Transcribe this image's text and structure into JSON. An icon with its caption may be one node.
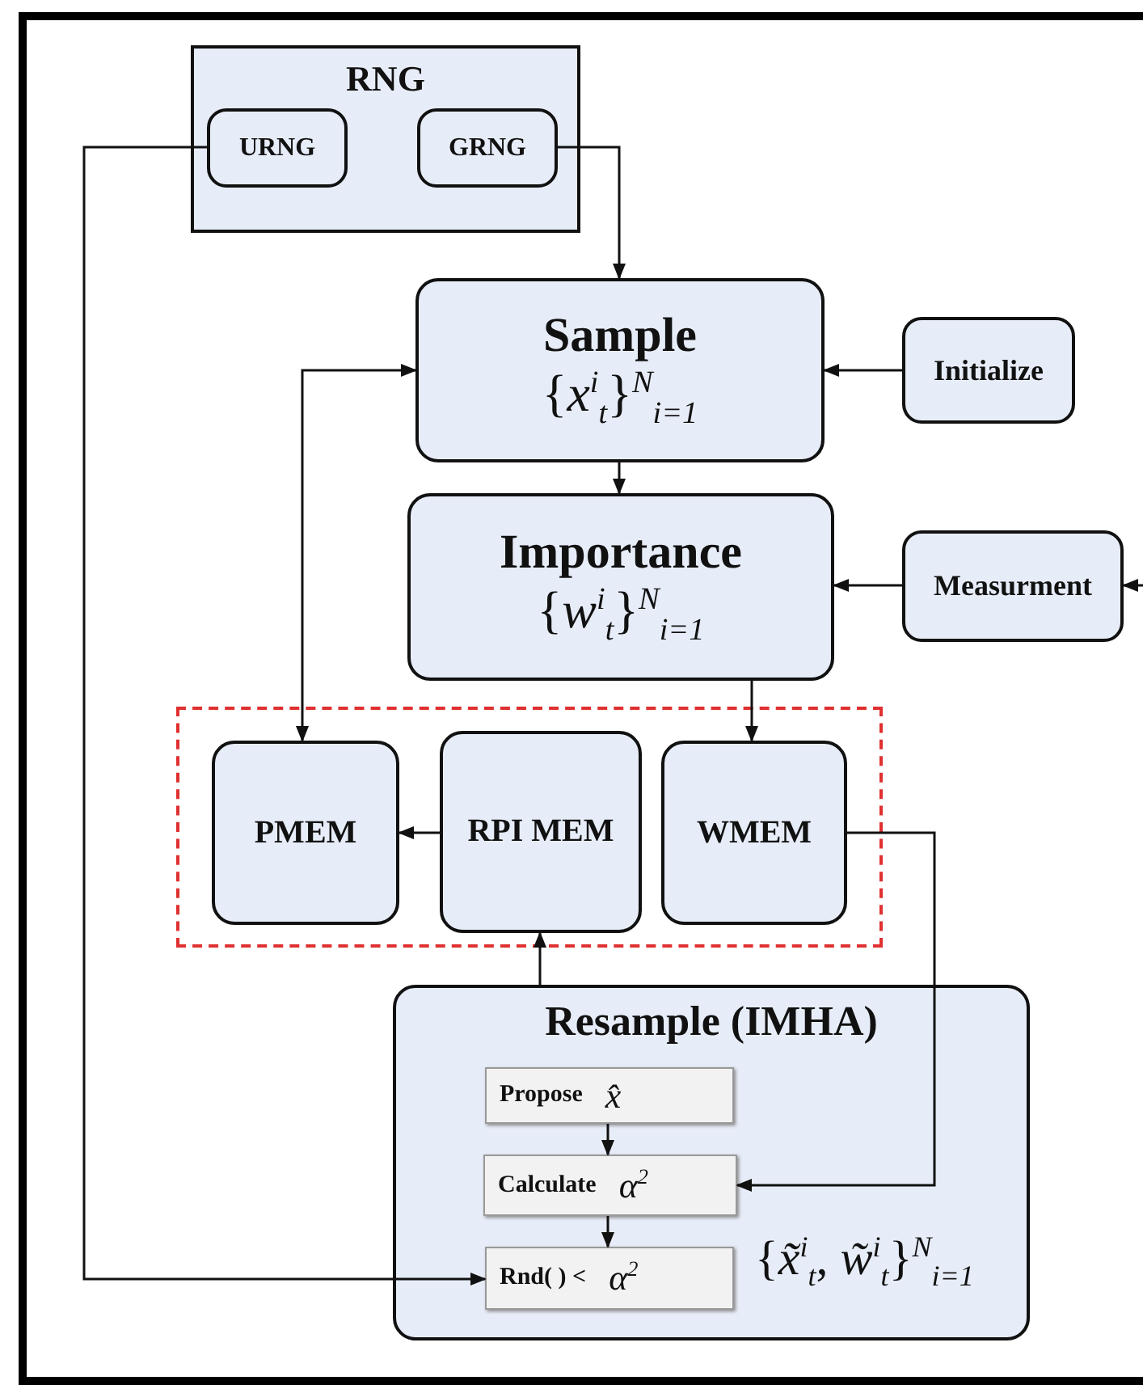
{
  "diagram": {
    "nodes": [
      {
        "text": [
          "RNG"
        ]
      },
      {
        "text": [
          "URNG"
        ],
        "in": 0
      },
      {
        "text": [
          "GRNG"
        ],
        "in": 0
      },
      {
        "text": [
          "Sample",
          "{*x*$^{i}$$_{t}$}$^{N}$$_{i=1}$"
        ]
      },
      {
        "text": [
          "Initialize"
        ]
      },
      {
        "text": [
          "Importance",
          "{*w*$^{i}$$_{t}$}$^{N}$$_{i=1}$"
        ]
      },
      {
        "text": [
          "Measurment"
        ]
      },
      {
        "text": [],
        "shape": "box"
      },
      {
        "text": [
          "PMEM"
        ],
        "in": 7
      },
      {
        "text": [
          "RPI MEM"
        ],
        "in": 7
      },
      {
        "text": [
          "WMEM"
        ],
        "in": 7
      },
      {
        "text": [
          "Resample (IMHA)",
          "{*x̃*$^{i}$$_{t}$, *w̃*$^{i}$$_{t}$}$^{N}$$_{i=1}$"
        ]
      },
      {
        "text": [
          "Propose",
          "*x̂*"
        ],
        "in": 11
      },
      {
        "text": [
          "Calculate",
          "*α*$^{2}$"
        ],
        "in": 11
      },
      {
        "text": [
          "Rnd( ) <",
          "*α*$^{2}$"
        ],
        "in": 11
      }
    ],
    "edges": [
      {
        "from": 1,
        "to": 14,
        "arrow": "to"
      },
      {
        "from": 2,
        "to": 3,
        "arrow": "to"
      },
      {
        "from": 4,
        "to": 3,
        "arrow": "to"
      },
      {
        "from": 3,
        "to": 5,
        "arrow": "to"
      },
      {
        "from": 6,
        "to": 5,
        "arrow": "to"
      },
      {
        "from": null,
        "to": 6,
        "arrow": "to"
      },
      {
        "from": 3,
        "to": 8,
        "arrow": "both"
      },
      {
        "from": 5,
        "to": 10,
        "arrow": "to"
      },
      {
        "from": 9,
        "to": 8,
        "arrow": "to"
      },
      {
        "from": 11,
        "to": 9,
        "arrow": "to"
      },
      {
        "from": 10,
        "to": 13,
        "arrow": "to"
      },
      {
        "from": 12,
        "to": 13,
        "arrow": "to"
      },
      {
        "from": 13,
        "to": 14,
        "arrow": "to"
      }
    ]
  }
}
